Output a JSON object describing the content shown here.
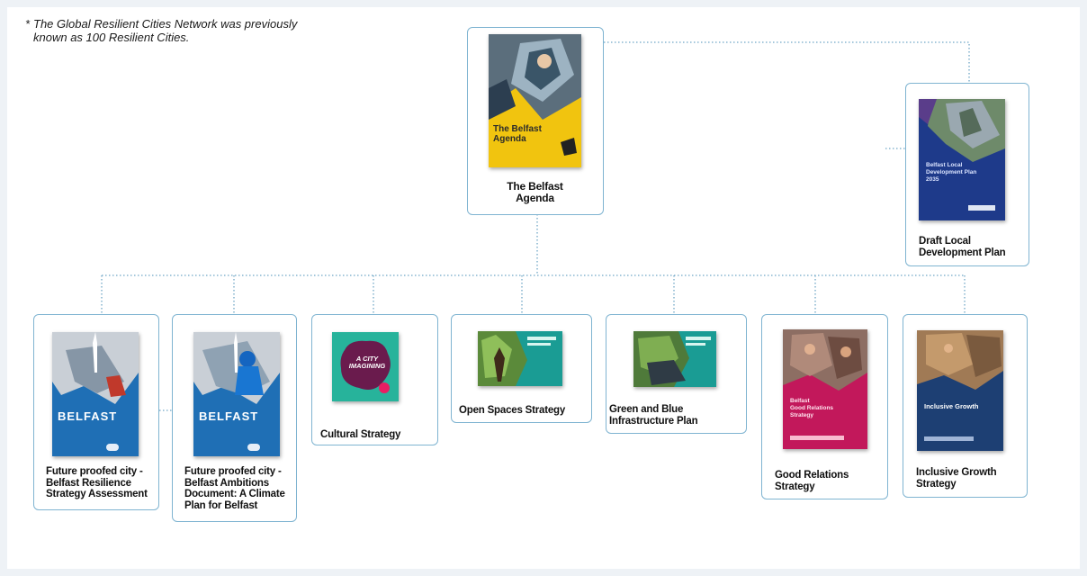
{
  "footnote": {
    "marker": "*",
    "text": "The Global Resilient Cities Network was previously known as 100 Resilient Cities."
  },
  "nodes": {
    "belfast_agenda": {
      "label": "The Belfast\nAgenda",
      "cover_text": "The Belfast\nAgenda"
    },
    "local_development_plan": {
      "label": "Draft Local\nDevelopment Plan",
      "cover_text": "Belfast Local\nDevelopment Plan\n2035"
    },
    "resilience_assessment": {
      "label": "Future proofed city -\nBelfast Resilience\nStrategy Assessment",
      "cover_text": "BELFAST"
    },
    "ambitions_document": {
      "label": "Future proofed city -\nBelfast Ambitions\nDocument: A Climate\nPlan for Belfast",
      "cover_text": "BELFAST"
    },
    "cultural_strategy": {
      "label": "Cultural Strategy",
      "cover_text": "A CITY\nIMAGINING"
    },
    "open_spaces": {
      "label": "Open Spaces Strategy"
    },
    "green_blue": {
      "label": "Green and Blue\nInfrastructure Plan"
    },
    "good_relations": {
      "label": "Good Relations\nStrategy",
      "cover_text": "Belfast\nGood Relations\nStrategy"
    },
    "inclusive_growth": {
      "label": "Inclusive Growth\nStrategy",
      "cover_text": "Inclusive Growth"
    }
  },
  "colors": {
    "card_border": "#7fb4d1",
    "connector": "#6fa6c6",
    "agenda_yellow": "#f1c40f",
    "resilience_blue": "#1f6fb5",
    "cultural_teal": "#27b39b",
    "open_space_teal": "#1a9c94",
    "good_relations_magenta": "#c2185b",
    "inclusive_navy": "#1d3f73",
    "ldp_navy": "#1e3a8a"
  }
}
